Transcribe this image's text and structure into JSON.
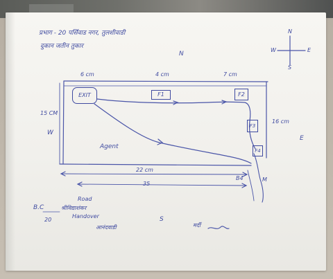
{
  "header": {
    "line1": "प्रभाग - 20 पर्सिवाड नगर, तुलशीवाडी",
    "line2": "दुकान जतीन तुकार"
  },
  "compass": {
    "north": "N",
    "east": "E",
    "west": "W",
    "south": "S"
  },
  "directions": {
    "north": "N",
    "west": "W",
    "east": "E",
    "south": "S"
  },
  "top_dimensions": {
    "d1": "6 cm",
    "d2": "4 cm",
    "d3": "7 cm"
  },
  "side_dimensions": {
    "left": "15 CM",
    "right": "16 cm"
  },
  "bottom_dimensions": {
    "primary": "22 cm",
    "secondary": "35"
  },
  "boxes": {
    "exit": "EXIT",
    "f1": "F1",
    "f2": "F2",
    "f3": "F3",
    "f4": "F4"
  },
  "labels": {
    "agent": "Agent",
    "corner_bottom_right": "B4",
    "corner_right_small": "M",
    "road": "Road",
    "scale": "B.C",
    "scale_sub": "20",
    "signature1": "श्रीविद्याशंकर",
    "signature1_sub": "Handover",
    "signature2": "आनंदवाडी",
    "bottom_center_s": "S",
    "bottom_right_sig": "मर्दी"
  },
  "colors": {
    "ink": "#3f4aa0",
    "paper": "#f3f2ee",
    "desk": "#c2b9ac"
  }
}
